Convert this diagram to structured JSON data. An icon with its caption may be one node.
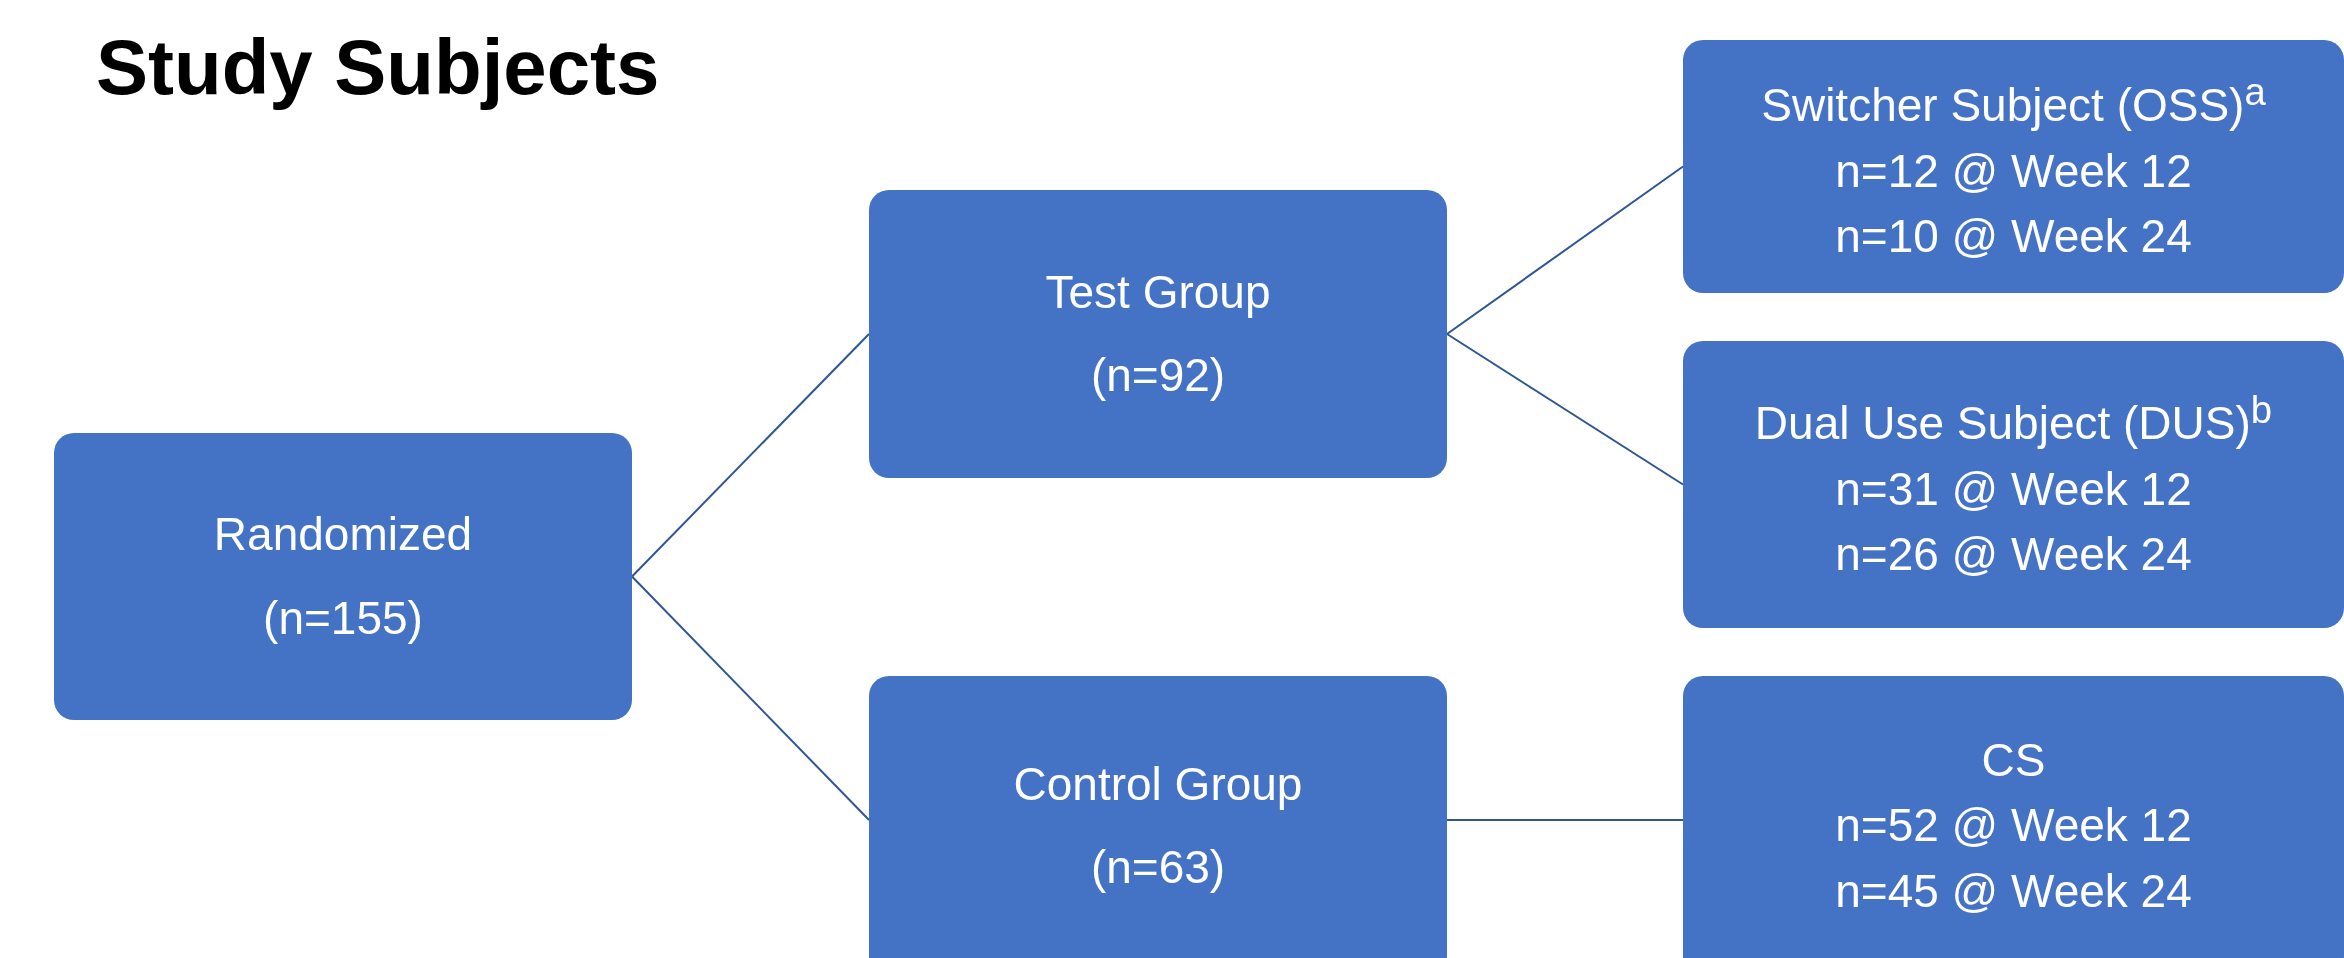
{
  "diagram": {
    "title": "Study Subjects",
    "nodes": [
      {
        "text": [
          "Randomized",
          "(n=155)"
        ]
      },
      {
        "text": [
          "Test Group",
          "(n=92)"
        ]
      },
      {
        "text": [
          "Control Group",
          "(n=63)"
        ]
      },
      {
        "text": [
          "Switcher Subject (OSS)$^{a}$",
          "n=12 @ Week 12",
          "n=10 @ Week 24"
        ]
      },
      {
        "text": [
          "Dual Use Subject (DUS)$^{b}$",
          "n=31 @ Week 12",
          "n=26 @ Week 24"
        ]
      },
      {
        "text": [
          "CS",
          "n=52 @ Week 12",
          "n=45 @ Week 24"
        ]
      }
    ],
    "edges": [
      {
        "from": 0,
        "to": 1,
        "arrow": "none"
      },
      {
        "from": 0,
        "to": 2,
        "arrow": "none"
      },
      {
        "from": 1,
        "to": 3,
        "arrow": "none"
      },
      {
        "from": 1,
        "to": 4,
        "arrow": "none"
      },
      {
        "from": 2,
        "to": 5,
        "arrow": "none"
      }
    ]
  }
}
